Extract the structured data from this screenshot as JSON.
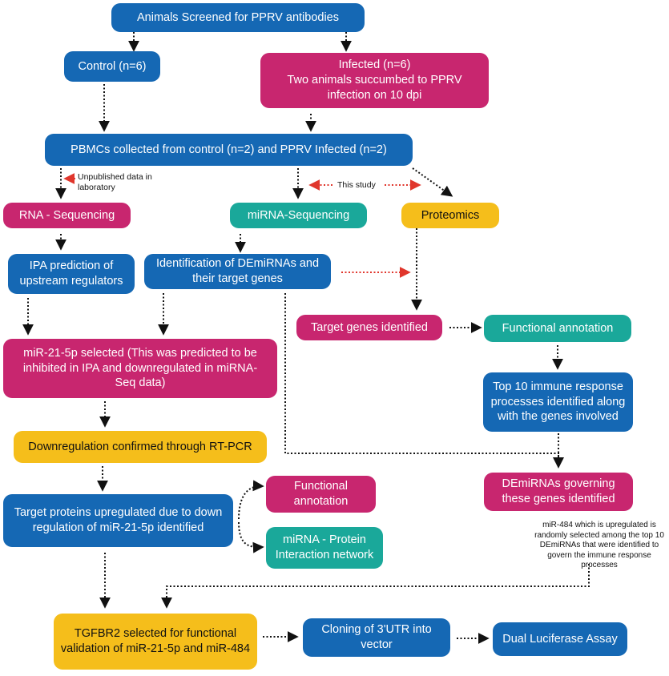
{
  "colors": {
    "blue": "#1568b4",
    "magenta": "#c8266f",
    "teal": "#1aa89a",
    "yellow": "#f5be1b",
    "arrow_black": "#111111",
    "arrow_red": "#e0362c"
  },
  "nodes": {
    "screened": "Animals Screened for PPRV antibodies",
    "control": "Control (n=6)",
    "infected_line1": "Infected (n=6)",
    "infected_line2": "Two animals succumbed to PPRV infection on 10 dpi",
    "pbmcs": "PBMCs collected from control (n=2) and PPRV Infected (n=2)",
    "rna_seq": "RNA - Sequencing",
    "mirna_seq": "miRNA-Sequencing",
    "proteomics": "Proteomics",
    "ipa": "IPA prediction of upstream regulators",
    "demirnas_id": "Identification of DEmiRNAs and their target genes",
    "target_genes": "Target genes identified",
    "functional_annotation_right": "Functional annotation",
    "mir21_selected": "miR-21-5p selected (This was predicted to be inhibited in IPA and downregulated in miRNA-Seq data)",
    "top10": "Top 10 immune response processes identified along with the genes involved",
    "downregulation": "Downregulation confirmed through RT-PCR",
    "demirnas_governing": "DEmiRNAs governing these genes identified",
    "target_proteins": "Target proteins upregulated due to down regulation of miR-21-5p identified",
    "functional_annotation_left": "Functional annotation",
    "interaction_network": "miRNA - Protein Interaction network",
    "tgfbr2": "TGFBR2 selected for functional validation of miR-21-5p and miR-484",
    "cloning": "Cloning of 3'UTR into vector",
    "luciferase": "Dual Luciferase Assay"
  },
  "notes": {
    "unpublished": "Unpublished data in laboratory",
    "this_study": "This study",
    "mir484": "miR-484 which is upregulated is randomly selected among the top 10 DEmiRNAs that were identified to govern the immune response processes"
  }
}
